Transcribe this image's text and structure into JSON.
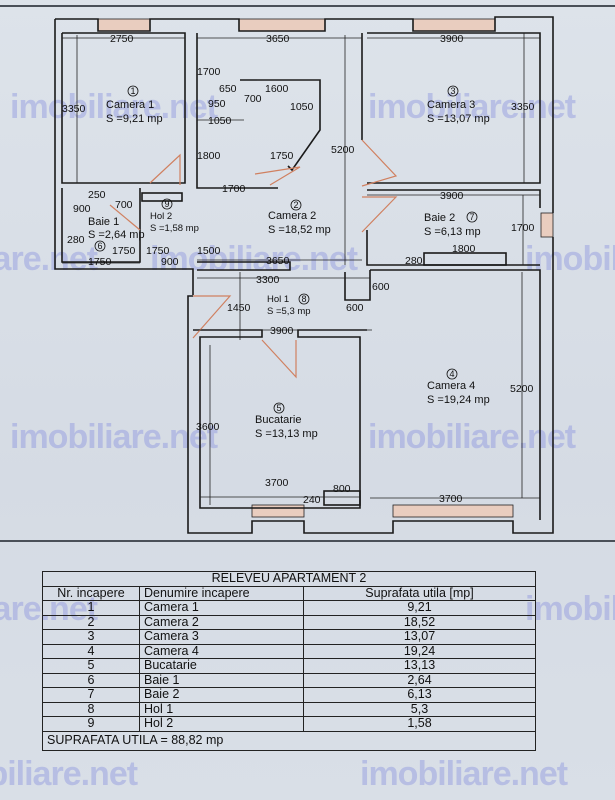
{
  "watermark": "imobiliare.net",
  "plan": {
    "rooms": [
      {
        "num": "1",
        "name": "Camera 1",
        "area": "S =9,21 mp"
      },
      {
        "num": "2",
        "name": "Camera 2",
        "area": "S =18,52 mp"
      },
      {
        "num": "3",
        "name": "Camera 3",
        "area": "S =13,07 mp"
      },
      {
        "num": "4",
        "name": "Camera 4",
        "area": "S =19,24 mp"
      },
      {
        "num": "5",
        "name": "Bucatarie",
        "area": "S =13,13 mp"
      },
      {
        "num": "6",
        "name": "Baie 1",
        "area": "S =2,64 mp"
      },
      {
        "num": "7",
        "name": "Baie 2",
        "area": "S =6,13 mp"
      },
      {
        "num": "8",
        "name": "Hol 1",
        "area": "S =5,3 mp"
      },
      {
        "num": "9",
        "name": "Hol 2",
        "area": "S =1,58 mp"
      }
    ],
    "dimensions": {
      "c1_width": "2750",
      "c1_height": "3350",
      "c2_width_top": "3650",
      "c2_1700_top": "1700",
      "c2_650": "650",
      "c2_1600": "1600",
      "c2_950": "950",
      "c2_700": "700",
      "c2_1050_right": "1050",
      "c2_1050_left": "1050",
      "c2_1800": "1800",
      "c2_1750": "1750",
      "c2_1700_bottom": "1700",
      "c2_1500": "1500",
      "c2_3650_bottom": "3650",
      "c3_width": "3900",
      "c3_height": "3350",
      "c3_5200": "5200",
      "b2_width": "3900",
      "b2_height": "1700",
      "b2_1800": "1800",
      "b2_280": "280",
      "b1_250": "250",
      "b1_900": "900",
      "b1_700": "700",
      "b1_280": "280",
      "b1_1750_h": "1750",
      "b1_1750_v": "1750",
      "h2_1750": "1750",
      "h2_900": "900",
      "h1_3300": "3300",
      "h1_1450": "1450",
      "h1_3900": "3900",
      "h1_600_v": "600",
      "h1_600_h": "600",
      "c4_height": "5200",
      "c4_width": "3700",
      "buc_height": "3600",
      "buc_width": "3700",
      "buc_800": "800",
      "buc_240": "240"
    }
  },
  "table": {
    "title": "RELEVEU APARTAMENT 2",
    "headers": [
      "Nr. incapere",
      "Denumire incapere",
      "Suprafata utila [mp]"
    ],
    "rows": [
      {
        "nr": "1",
        "name": "Camera 1",
        "area": "9,21"
      },
      {
        "nr": "2",
        "name": "Camera 2",
        "area": "18,52"
      },
      {
        "nr": "3",
        "name": "Camera 3",
        "area": "13,07"
      },
      {
        "nr": "4",
        "name": "Camera 4",
        "area": "19,24"
      },
      {
        "nr": "5",
        "name": "Bucatarie",
        "area": "13,13"
      },
      {
        "nr": "6",
        "name": "Baie 1",
        "area": "2,64"
      },
      {
        "nr": "7",
        "name": "Baie 2",
        "area": "6,13"
      },
      {
        "nr": "8",
        "name": "Hol 1",
        "area": "5,3"
      },
      {
        "nr": "9",
        "name": "Hol 2",
        "area": "1,58"
      }
    ],
    "total": "SUPRAFATA UTILA = 88,82 mp"
  }
}
